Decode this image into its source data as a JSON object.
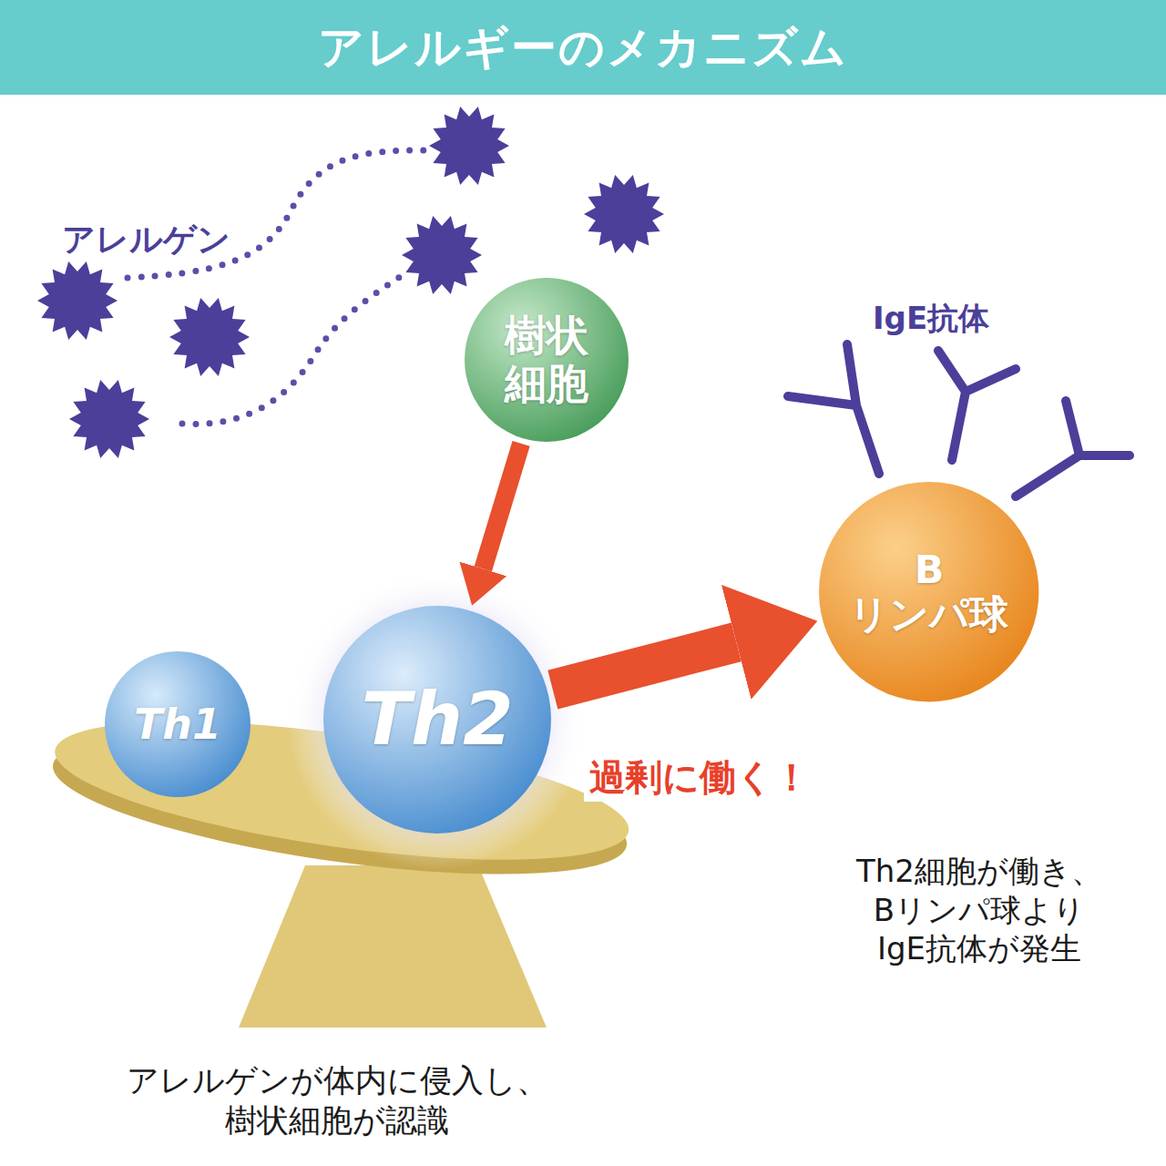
{
  "diagram": {
    "title": "アレルギーのメカニズム",
    "nodes": [
      {
        "text": [
          "樹状 細胞"
        ]
      },
      {
        "text": [
          "Th1"
        ]
      },
      {
        "text": [
          "Th2"
        ]
      },
      {
        "text": [
          "B リンパ球"
        ]
      }
    ],
    "edges": [
      {
        "from": 0,
        "to": 2,
        "arrow": "to"
      },
      {
        "from": 2,
        "to": 3,
        "label": "過剰に働く！",
        "arrow": "to"
      }
    ],
    "labels": [
      "アレルゲン",
      "IgE抗体",
      "Th2細胞が働き、 Bリンパ球より IgE抗体が発生",
      "アレルゲンが体内に侵入し、 樹状細胞が認識"
    ]
  }
}
